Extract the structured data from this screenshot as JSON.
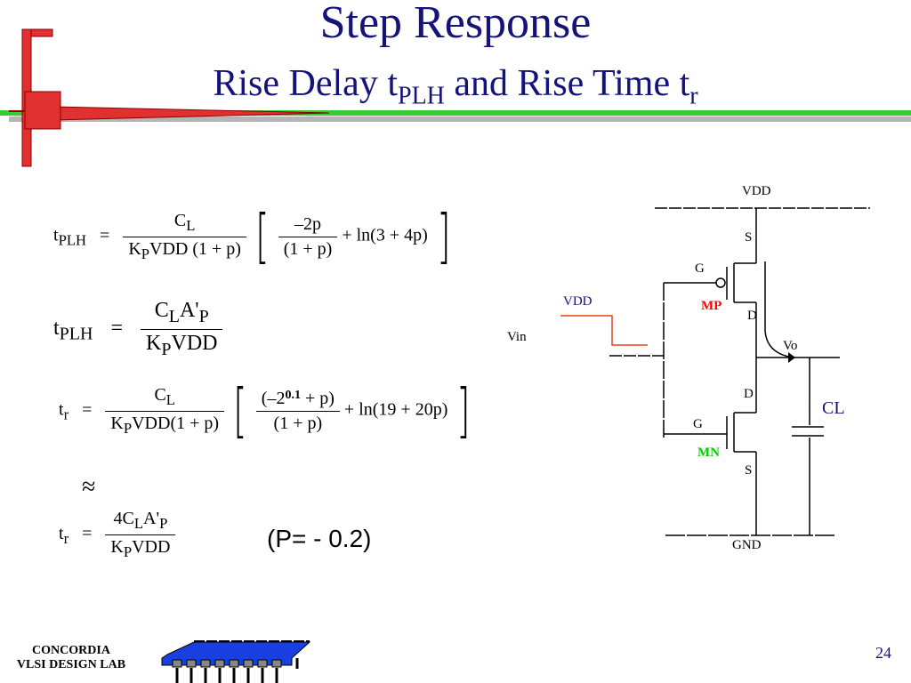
{
  "title": {
    "main": "Step Response",
    "sub_a": "Rise Delay t",
    "sub_a_sub": "PLH",
    "sub_b": " and Rise Time t",
    "sub_b_sub": "r"
  },
  "equations": {
    "eq1": {
      "lhs": "t",
      "lhs_sub": "PLH",
      "eqsign": "=",
      "f1_num_main": "C",
      "f1_num_sub": "L",
      "f1_den_K": "K",
      "f1_den_Ksub": "P",
      "f1_den_rest": "VDD (1 + p)",
      "f2_num": "–2p",
      "f2_den": "(1 + p)",
      "tail": "+ ln(3 + 4p)"
    },
    "eq2": {
      "lhs": "t",
      "lhs_sub": "PLH",
      "eqsign": "=",
      "num_C": "C",
      "num_Csub": "L",
      "num_A": "A'",
      "num_Asub": "P",
      "den_K": "K",
      "den_Ksub": "P",
      "den_rest": "VDD"
    },
    "eq3": {
      "lhs": "t",
      "lhs_sub": "r",
      "eqsign": "=",
      "f1_num_main": "C",
      "f1_num_sub": "L",
      "f1_den_K": "K",
      "f1_den_Ksub": "P",
      "f1_den_rest": "VDD(1 + p)",
      "f2_num_a": "(–2",
      "f2_num_overlay": "0.1",
      "f2_num_b": " + p)",
      "f2_den": "(1 + p)",
      "tail": "+ ln(19 + 20p)"
    },
    "approx": "≈",
    "eq4": {
      "lhs": "t",
      "lhs_sub": "r",
      "eqsign": "=",
      "num_a": "4C",
      "num_asub": "L",
      "num_b": "A'",
      "num_bsub": "P",
      "den_K": "K",
      "den_Ksub": "P",
      "den_rest": "VDD"
    },
    "p_value": "(P= - 0.2)"
  },
  "circuit": {
    "vdd_top": "VDD",
    "s_top": "S",
    "g_top": "G",
    "mp": "MP",
    "d_top": "D",
    "vdd_in": "VDD",
    "vin": "Vin",
    "vo": "Vo",
    "d_bottom": "D",
    "cl": "CL",
    "g_bottom": "G",
    "mn": "MN",
    "s_bottom": "S",
    "gnd": "GND",
    "colors": {
      "mp": "#ff0000",
      "mn": "#00cc00",
      "cl": "#13137a",
      "vdd_in_text": "#13137a",
      "step": "#e0451e"
    }
  },
  "footer": {
    "line1": "CONCORDIA",
    "line2": "VLSI DESIGN LAB",
    "page": "24"
  }
}
